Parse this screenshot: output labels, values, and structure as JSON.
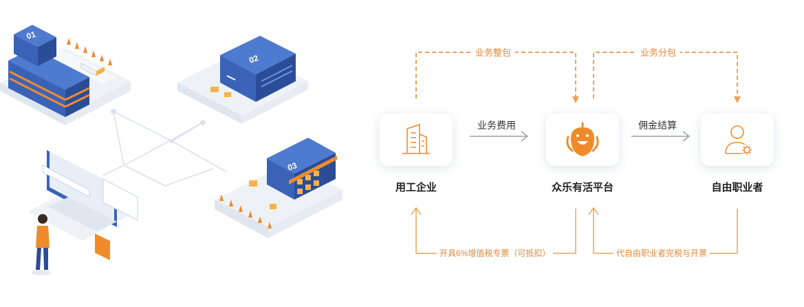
{
  "illustration": {
    "buildings": [
      "01",
      "02",
      "03"
    ]
  },
  "flow": {
    "nodes": {
      "enterprise": "用工企业",
      "platform": "众乐有活平台",
      "freelancer": "自由职业者"
    },
    "top_labels": {
      "left": "业务整包",
      "right": "业务分包"
    },
    "mid_labels": {
      "left": "业务费用",
      "right": "佣金结算"
    },
    "bottom_labels": {
      "left": "开具6%增值税专票（可抵扣）",
      "right": "代自由职业者完税与开票"
    },
    "colors": {
      "accent": "#f08b2c",
      "line": "#e8a25a",
      "gray_arrow": "#9aa0a6",
      "building_blue": "#3a63b8"
    }
  }
}
